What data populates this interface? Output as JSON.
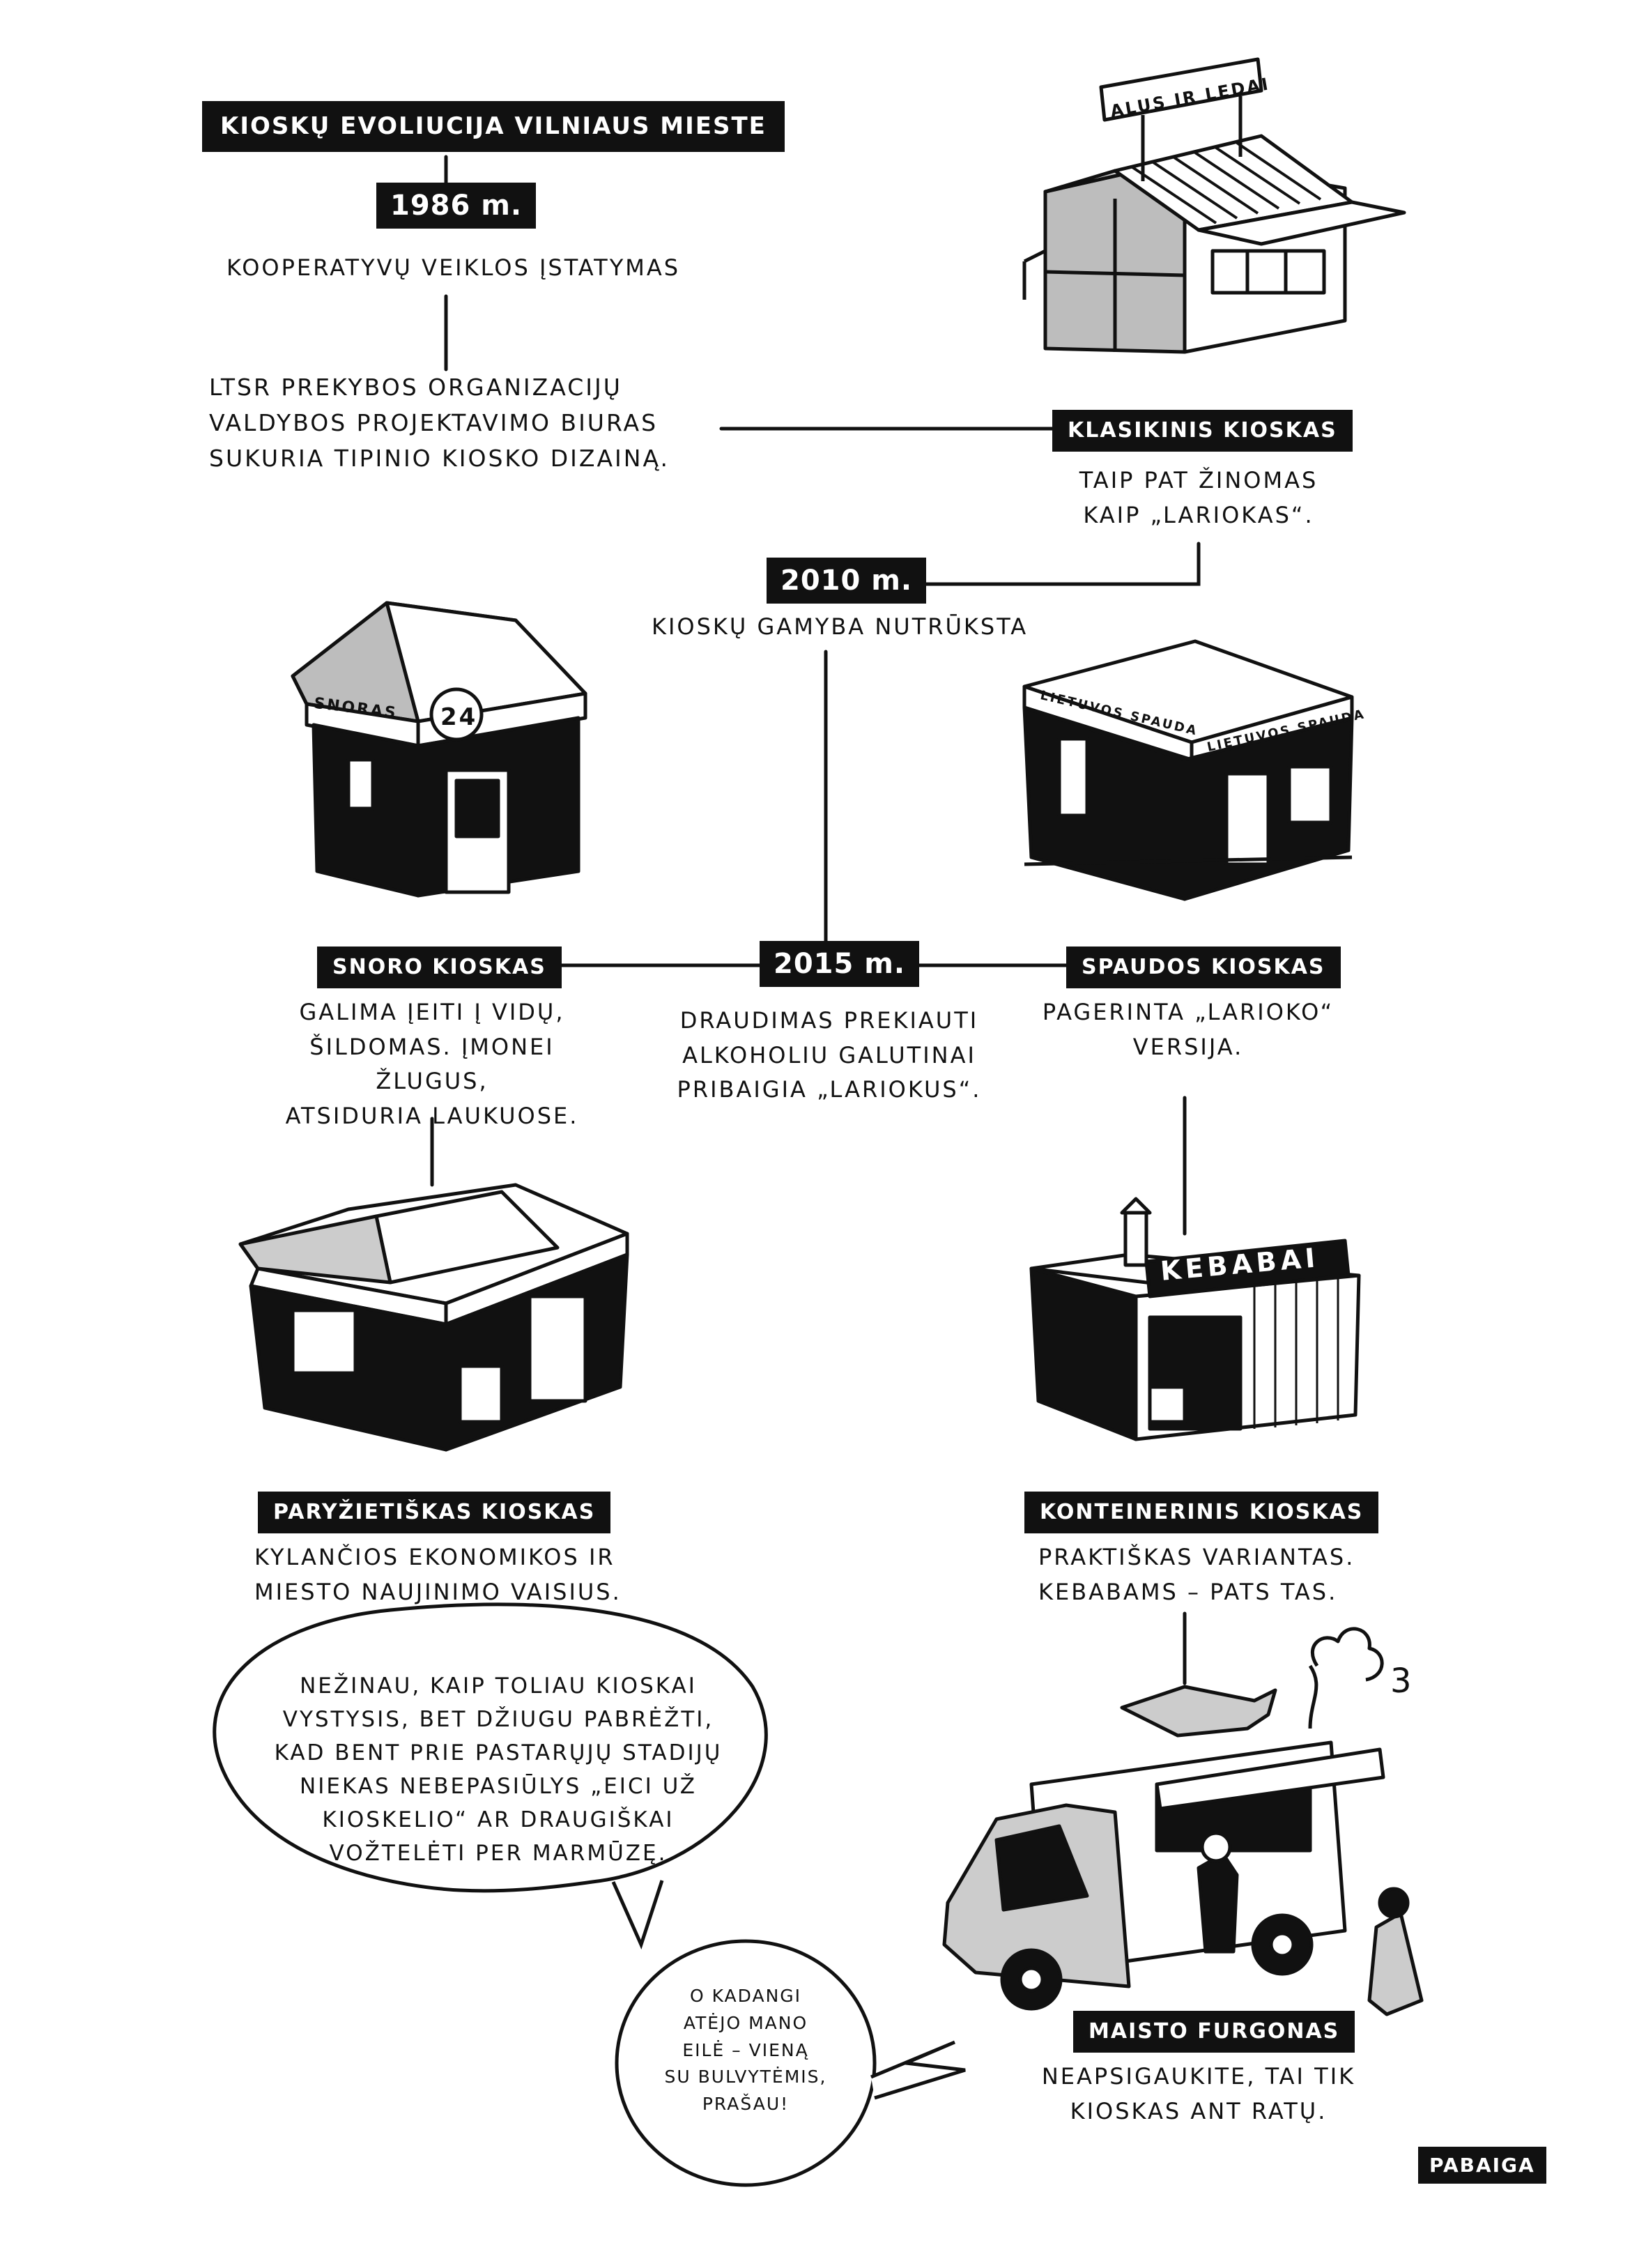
{
  "title": "Kioskų evoliucija Vilniaus mieste",
  "years": {
    "y1986": "1986 m.",
    "y2010": "2010 m.",
    "y2015": "2015 m."
  },
  "events": {
    "e1986": "Kooperatyvų veiklos įstatymas",
    "ltsr": "LTSR prekybos organizacijų\nvaldybos projektavimo biuras\nsukuria tipinio kiosko dizainą.",
    "e2010": "Kioskų gamyba nutrūksta",
    "e2015": "Draudimas prekiauti\nalkoholiu galutinai\npribaigia „Lariokus“."
  },
  "kiosks": {
    "classic": {
      "label": "Klasikinis kioskas",
      "note": "Taip pat žinomas\nkaip „Lariokas“.",
      "sign": "Alus ir ledai"
    },
    "snoras": {
      "label": "Snoro kioskas",
      "note": "Galima įeiti į vidų,\nšildomas. Įmonei žlugus,\natsiduria laukuose.",
      "sign": "Snoras",
      "badge": "24"
    },
    "spauda": {
      "label": "Spaudos kioskas",
      "note": "Pagerinta „Larioko“\nversija.",
      "sign1": "Lietuvos spauda",
      "sign2": "Lietuvos spauda"
    },
    "paris": {
      "label": "Paryžietiškas kioskas",
      "note": "Kylančios ekonomikos ir\nmiesto naujinimo vaisius."
    },
    "container": {
      "label": "Konteinerinis kioskas",
      "note": "Praktiškas variantas.\nKebabams – pats tas.",
      "sign": "Kebabai"
    },
    "van": {
      "label": "Maisto furgonas",
      "note": "Neapsigaukite, tai tik\nkioskas ant ratų."
    }
  },
  "bubbles": {
    "main": "Nežinau, kaip toliau kioskai\nvystysis, bet džiugu pabrėžti,\nkad bent prie pastarųjų stadijų\nniekas nebepasiūlys „Eici už\nkioskelio“ ar draugiškai\nvožtelėti per marmūzę.",
    "small": "O kadangi\natėjo mano\neilė – vieną\nsu bulvytėmis,\nprašau!"
  },
  "steam_number": "3",
  "end_label": "Pabaiga"
}
